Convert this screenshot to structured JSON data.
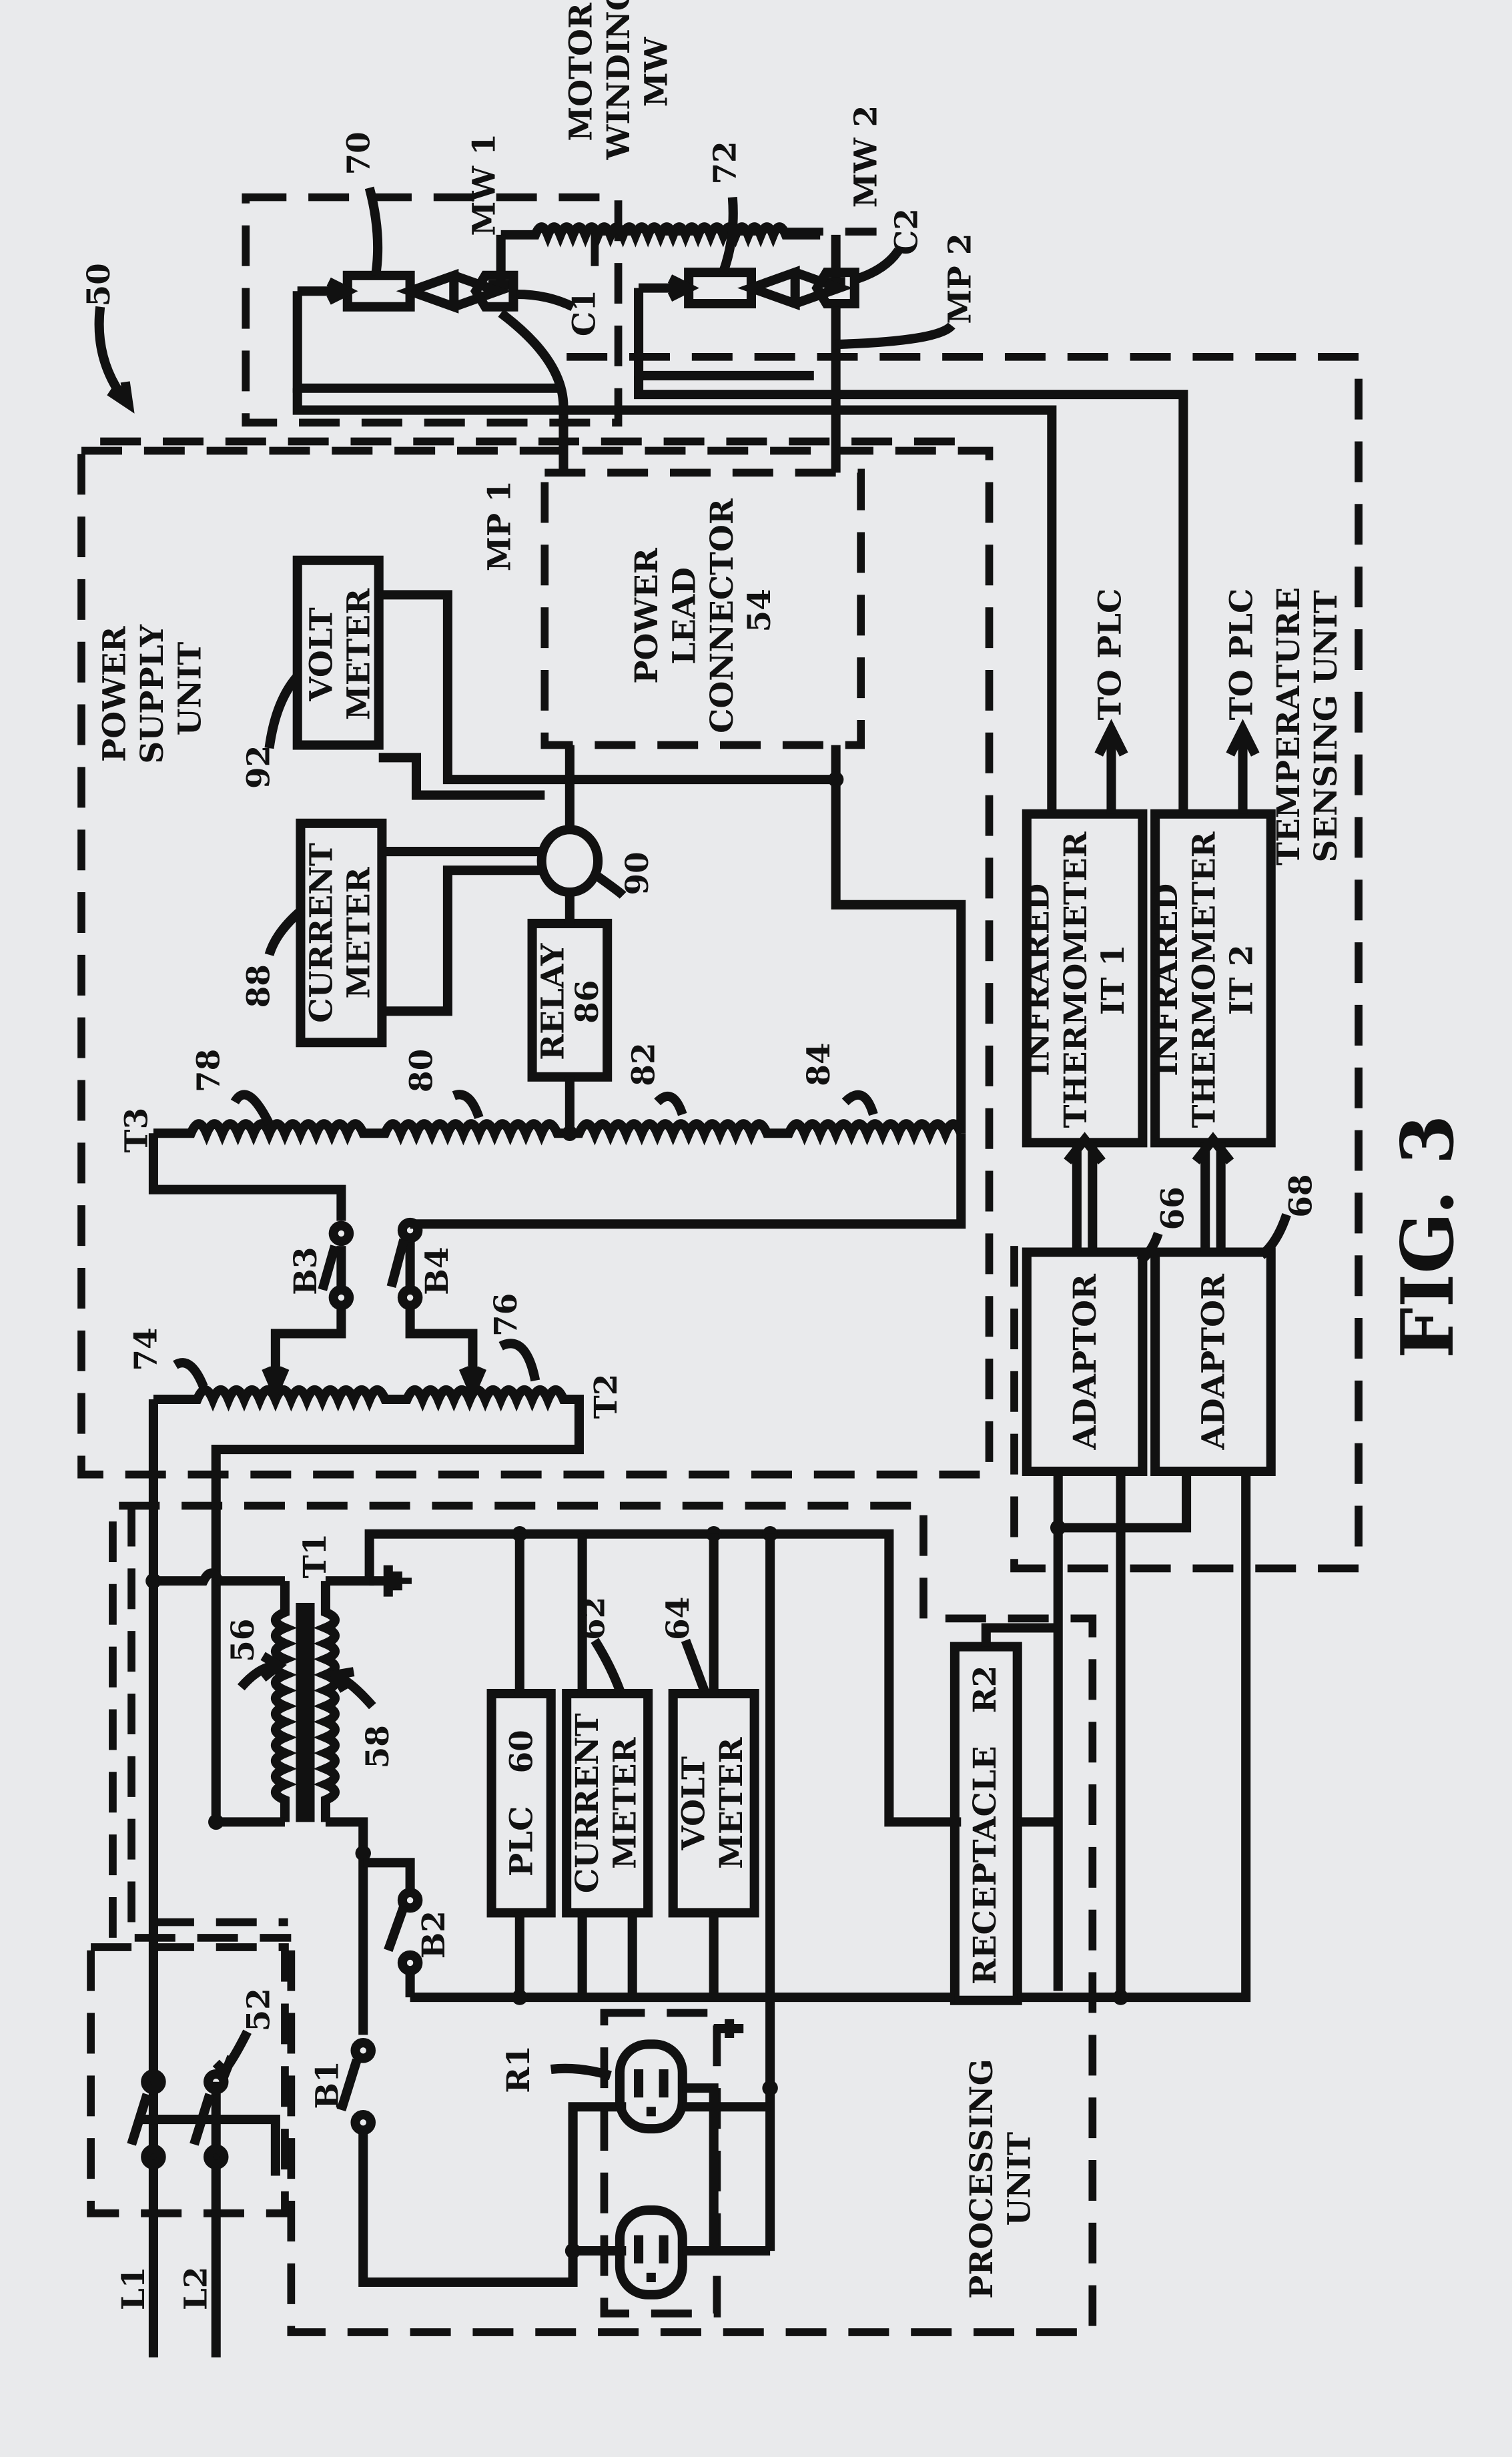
{
  "figure": {
    "ref": "50",
    "caption": "FIG. 3",
    "text_color": "#111111",
    "background": "#e9eaec"
  },
  "units": {
    "motor_winding": "MOTOR\nWINDING\nMW",
    "power_supply": "POWER\nSUPPLY\nUNIT",
    "processing": "PROCESSING\nUNIT",
    "temperature_sensing": "TEMPERATURE\nSENSING UNIT"
  },
  "boxes": {
    "power_lead_connector": "POWER\nLEAD\nCONNECTOR\n54",
    "volt_meter_92": "VOLT\nMETER",
    "current_meter_88": "CURRENT\nMETER",
    "relay_86": "RELAY\n86",
    "infrared_1": "INFRARED\nTHERMOMETER\nIT 1",
    "infrared_2": "INFRARED\nTHERMOMETER\nIT 2",
    "adaptor_66": "ADAPTOR",
    "adaptor_68": "ADAPTOR",
    "receptacle": "RECEPTACLE   R2",
    "plc": "PLC   60",
    "current_meter_62": "CURRENT\nMETER",
    "volt_meter_64": "VOLT\nMETER"
  },
  "labels": {
    "mw1": "MW 1",
    "mw2": "MW 2",
    "c1": "C1",
    "c2": "C2",
    "mp1": "MP 1",
    "mp2": "MP 2",
    "n70": "70",
    "n72": "72",
    "to_plc_1": "TO PLC",
    "to_plc_2": "TO PLC",
    "n92": "92",
    "n88": "88",
    "n90": "90",
    "n78": "78",
    "n80": "80",
    "n82": "82",
    "n84": "84",
    "t3": "T3",
    "t2": "T2",
    "t1": "T1",
    "b3": "B3",
    "b4": "B4",
    "n74": "74",
    "n76": "76",
    "n66": "66",
    "n68": "68",
    "n56": "56",
    "n58": "58",
    "n62": "62",
    "n64": "64",
    "b1": "B1",
    "b2": "B2",
    "r1": "R1",
    "n52": "52",
    "l1": "L1",
    "l2": "L2"
  }
}
